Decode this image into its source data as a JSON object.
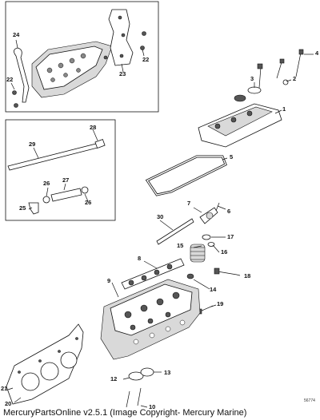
{
  "diagram": {
    "callouts": {
      "c1": "1",
      "c2": "2",
      "c3": "3",
      "c4": "4",
      "c5": "5",
      "c6": "6",
      "c7": "7",
      "c8": "8",
      "c9": "9",
      "c10": "10",
      "c12": "12",
      "c13": "13",
      "c14": "14",
      "c15": "15",
      "c16": "16",
      "c17": "17",
      "c18": "18",
      "c19": "19",
      "c20": "20",
      "c21": "21",
      "c22a": "22",
      "c22b": "22",
      "c23": "23",
      "c24": "24",
      "c25": "25",
      "c26a": "26",
      "c26b": "26",
      "c27": "27",
      "c28": "28",
      "c29": "29",
      "c30": "30"
    },
    "figure_id": "56774",
    "footer": "MercuryPartsOnline v2.5.1 (Image Copyright- Mercury Marine)"
  }
}
